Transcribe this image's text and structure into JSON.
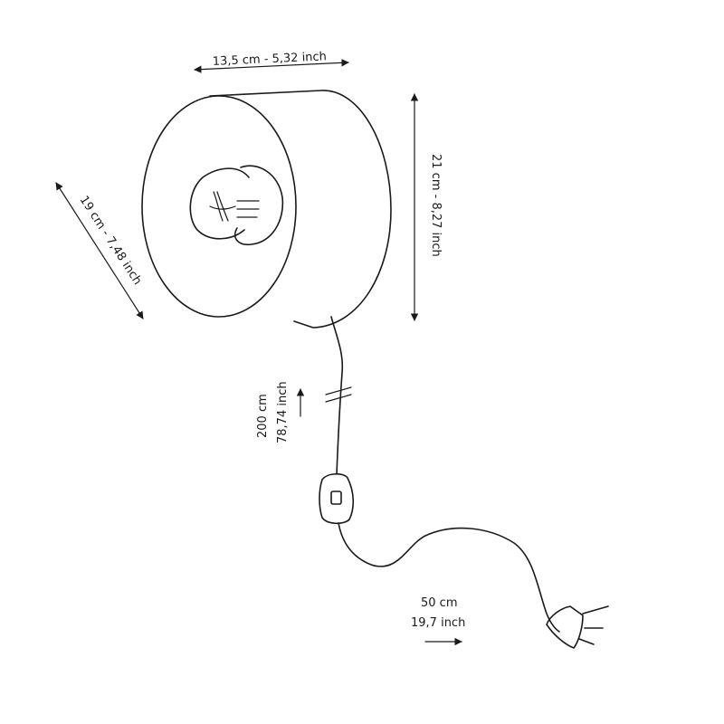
{
  "dimensions": {
    "width_label": "13,5 cm - 5,32 inch",
    "height_label": "21 cm - 8,27 inch",
    "depth_label": "19 cm - 7,48 inch",
    "cable_label_cm": "200 cm",
    "cable_label_inch": "78,74 inch",
    "plug_cable_label_cm": "50 cm",
    "plug_cable_label_inch": "19,7 inch"
  }
}
